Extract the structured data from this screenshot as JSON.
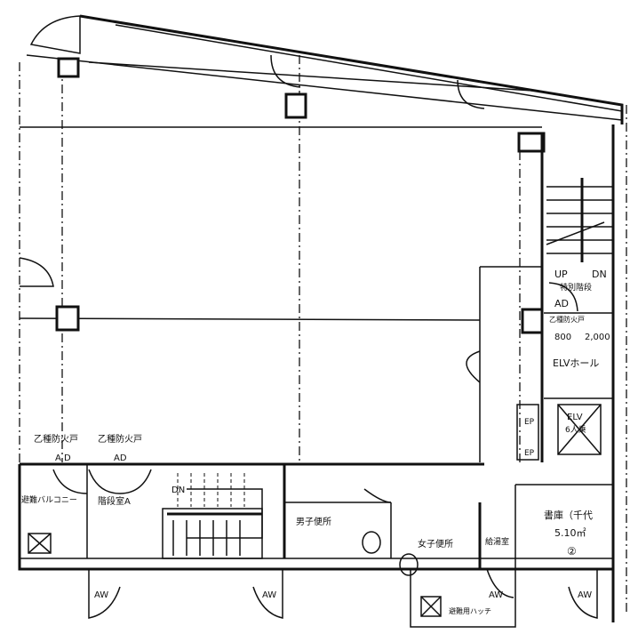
{
  "labels": {
    "fire_door_left": "乙種防火戸",
    "fire_door_right": "乙種防火戸",
    "ad_left": "A D",
    "ad_right": "AD",
    "stair_room_a": "階段室A",
    "dn_left": "DN",
    "balcony": "避難バルコニー",
    "aw_1": "AW",
    "aw_2": "AW",
    "aw_3": "AW",
    "aw_4": "AW",
    "mens_toilet": "男子便所",
    "womens_toilet": "女子便所",
    "kitchenette": "給湯室",
    "archive": "書庫（千代",
    "archive_area": "5.10㎡",
    "archive_number": "②",
    "up": "UP",
    "dn_right": "DN",
    "special_stair": "特別階段",
    "ad_core": "AD",
    "fire_door_core": "乙種防火戸",
    "dim_800": "800",
    "dim_2000": "2,000",
    "elv_hall": "ELVホール",
    "elv": "ELV",
    "elv_capacity": "6人乗",
    "ep_1": "EP",
    "ep_2": "EP",
    "duct_label": "避難用ハッチ"
  }
}
